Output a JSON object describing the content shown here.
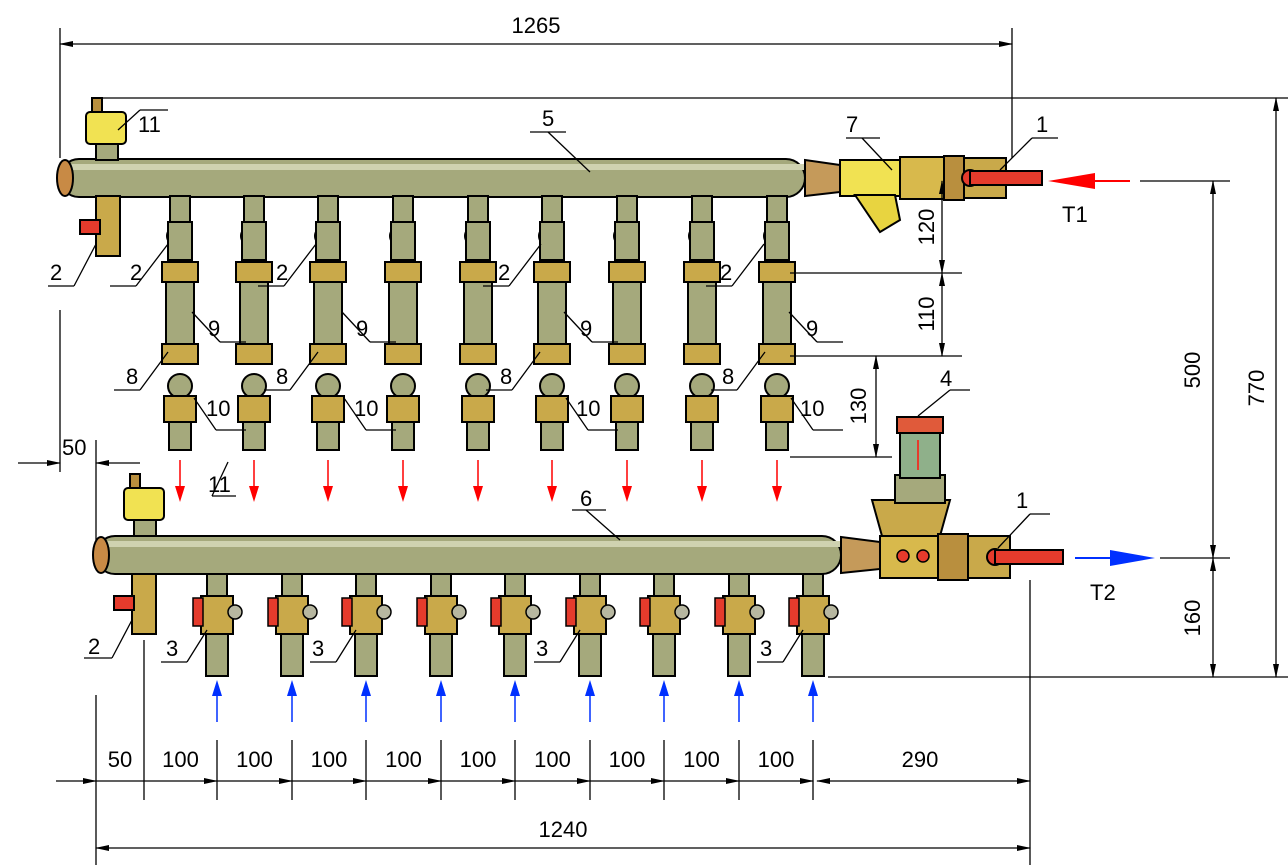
{
  "dimensions": {
    "top_overall": "1265",
    "bottom_overall": "1240",
    "left_offset": "50",
    "bottom_left": "50",
    "bottom_pitch": [
      "100",
      "100",
      "100",
      "100",
      "100",
      "100",
      "100",
      "100",
      "100"
    ],
    "bottom_right": "290",
    "right_120": "120",
    "right_110": "110",
    "right_130": "130",
    "right_500": "500",
    "right_770": "770",
    "right_160": "160"
  },
  "labels": {
    "air_vent": "11",
    "supply_header": "5",
    "return_header": "6",
    "strainer": "7",
    "ball_valve": "1",
    "drain_valve": "2",
    "return_valve": "3",
    "pump_group": "4",
    "flow_meter": "9",
    "fitting": "8",
    "union": "10",
    "t1": "T1",
    "t2": "T2"
  },
  "colors": {
    "pipe": "#a5a97c",
    "brass": "#c9a94a",
    "strainer_yellow": "#f1e252",
    "valve_red": "#e53b2c",
    "supply_arrow": "#ff0000",
    "return_arrow": "#0030ff"
  }
}
